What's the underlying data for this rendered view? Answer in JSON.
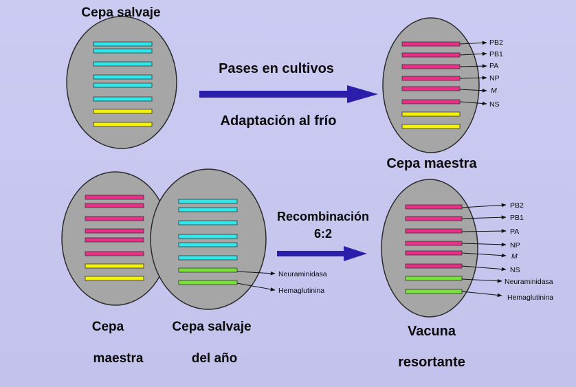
{
  "colors": {
    "background": "#c6c6ee",
    "cell_fill": "#a6a6a6",
    "cell_stroke": "#2a2a2a",
    "cyan": "#2ee8ec",
    "magenta": "#ea2f88",
    "yellow": "#f2f20a",
    "green": "#78e23a",
    "arrow": "#2a1eaa"
  },
  "labels": {
    "wild_strain": "Cepa salvaje",
    "step1_line1": "Pases en cultivos",
    "step1_line2": "Adaptación al frío",
    "master_strain": "Cepa maestra",
    "step2_line1": "Recombinación",
    "step2_line2": "6:2",
    "master_line1": "Cepa",
    "master_line2": "maestra",
    "wild_year_line1": "Cepa salvaje",
    "wild_year_line2": "del año",
    "vaccine_line1": "Vacuna",
    "vaccine_line2": "resortante"
  },
  "gene_labels": {
    "pb2": "PB2",
    "pb1": "PB1",
    "pa": "PA",
    "np": "NP",
    "m": "M",
    "ns": "NS",
    "neuraminidasa": "Neuraminidasa",
    "hemaglutinina": "Hemaglutinina"
  },
  "cells": {
    "wild": [
      "cyan",
      "cyan",
      "cyan",
      "cyan",
      "cyan",
      "cyan",
      "yellow",
      "yellow"
    ],
    "master": [
      "magenta",
      "magenta",
      "magenta",
      "magenta",
      "magenta",
      "magenta",
      "yellow",
      "yellow"
    ],
    "master_bottom": [
      "magenta",
      "magenta",
      "magenta",
      "magenta",
      "magenta",
      "magenta",
      "yellow",
      "yellow"
    ],
    "wild_year": [
      "cyan",
      "cyan",
      "cyan",
      "cyan",
      "cyan",
      "cyan",
      "green",
      "green"
    ],
    "vaccine": [
      "magenta",
      "magenta",
      "magenta",
      "magenta",
      "magenta",
      "magenta",
      "green",
      "green"
    ]
  }
}
